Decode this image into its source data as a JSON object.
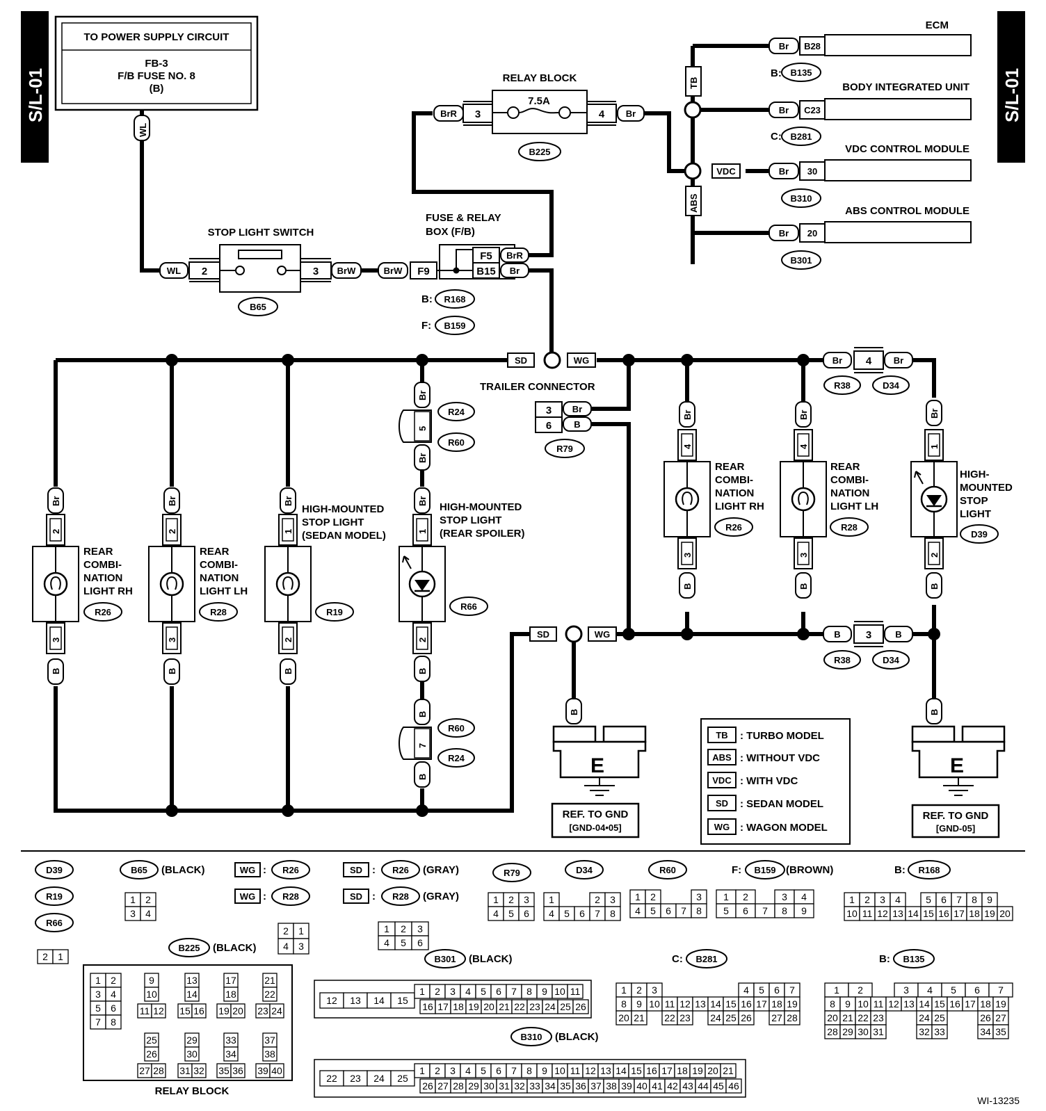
{
  "page_tags": {
    "left": "S/L-01",
    "right": "S/L-01"
  },
  "figure_id": "WI-13235",
  "power_supply": {
    "title": "TO POWER SUPPLY CIRCUIT",
    "line1": "FB-3",
    "line2": "F/B FUSE NO. 8",
    "line3": "(B)",
    "wire": "WL"
  },
  "stop_light_switch": {
    "title": "STOP LIGHT SWITCH",
    "pin_in": "2",
    "pin_out": "3",
    "wire_in": "WL",
    "wire_out": "BrW",
    "connector": "B65"
  },
  "fuse_relay_box": {
    "title1": "FUSE & RELAY",
    "title2": "BOX (F/B)",
    "wire_in": "BrW",
    "pin_in": "F9",
    "pin_f5": "F5",
    "wire_f5": "BrR",
    "pin_b15": "B15",
    "wire_b15": "Br",
    "conn_b_prefix": "B:",
    "conn_b": "R168",
    "conn_f_prefix": "F:",
    "conn_f": "B159"
  },
  "relay_block": {
    "title": "RELAY BLOCK",
    "fuse": "7.5A",
    "pin_left": "3",
    "wire_left": "BrR",
    "pin_right": "4",
    "wire_right": "Br",
    "connector": "B225"
  },
  "modules": [
    {
      "name": "ECM",
      "wire": "Br",
      "pin": "B28",
      "conn_prefix": "B:",
      "conn": "B135"
    },
    {
      "name": "BODY INTEGRATED UNIT",
      "wire": "Br",
      "pin": "C23",
      "conn_prefix": "C:",
      "conn": "B281"
    },
    {
      "name": "VDC CONTROL MODULE",
      "wire": "Br",
      "pin": "30",
      "conn": "B310"
    },
    {
      "name": "ABS CONTROL MODULE",
      "wire": "Br",
      "pin": "20",
      "conn": "B301"
    }
  ],
  "branch_tags": {
    "tb": "TB",
    "abs": "ABS",
    "vdc": "VDC",
    "sd": "SD",
    "wg": "WG"
  },
  "trailer_connector": {
    "title": "TRAILER CONNECTOR",
    "pin3": "3",
    "wire3": "Br",
    "pin6": "6",
    "wire6": "B",
    "connector": "R79"
  },
  "lamps": [
    {
      "label": [
        "REAR",
        "COMBI-",
        "NATION",
        "LIGHT RH"
      ],
      "conn": "R26",
      "pin_top": "2",
      "pin_bot": "3",
      "wire_top": "Br",
      "wire_bot": "B"
    },
    {
      "label": [
        "REAR",
        "COMBI-",
        "NATION",
        "LIGHT LH"
      ],
      "conn": "R28",
      "pin_top": "2",
      "pin_bot": "3",
      "wire_top": "Br",
      "wire_bot": "B"
    },
    {
      "label": [
        "HIGH-MOUNTED",
        "STOP LIGHT",
        "(SEDAN MODEL)"
      ],
      "conn": "R19",
      "pin_top": "1",
      "pin_bot": "2",
      "wire_top": "Br",
      "wire_bot": "B"
    },
    {
      "label": [
        "HIGH-MOUNTED",
        "STOP LIGHT",
        "(REAR SPOILER)"
      ],
      "conn": "R66",
      "pin_top": "1",
      "pin_bot": "2",
      "wire_top": "Br",
      "wire_bot": "B"
    },
    {
      "label": [
        "REAR",
        "COMBI-",
        "NATION",
        "LIGHT RH"
      ],
      "conn": "R26",
      "pin_top": "4",
      "pin_bot": "3",
      "wire_top": "Br",
      "wire_bot": "B"
    },
    {
      "label": [
        "REAR",
        "COMBI-",
        "NATION",
        "LIGHT LH"
      ],
      "conn": "R28",
      "pin_top": "4",
      "pin_bot": "3",
      "wire_top": "Br",
      "wire_bot": "B"
    },
    {
      "label": [
        "HIGH-",
        "MOUNTED",
        "STOP",
        "LIGHT"
      ],
      "conn": "D39",
      "pin_top": "1",
      "pin_bot": "2",
      "wire_top": "Br",
      "wire_bot": "B"
    }
  ],
  "joint_spoiler_top": {
    "conn1": "R24",
    "conn2": "R60",
    "pin": "5",
    "wire": "Br"
  },
  "joint_spoiler_bot": {
    "conn1": "R60",
    "conn2": "R24",
    "pin": "7",
    "wire": "B"
  },
  "joint_top": {
    "wire": "Br",
    "pin": "4",
    "conn1": "R38",
    "conn2": "D34"
  },
  "joint_bot": {
    "wire": "B",
    "pin": "3",
    "conn1": "R38",
    "conn2": "D34"
  },
  "grounds": [
    {
      "symbol": "E",
      "ref1": "REF. TO GND",
      "ref2": "[GND-04•05]",
      "wire": "B"
    },
    {
      "symbol": "E",
      "ref1": "REF. TO GND",
      "ref2": "[GND-05]",
      "wire": "B"
    }
  ],
  "legend": [
    {
      "tag": "TB",
      "text": ": TURBO MODEL"
    },
    {
      "tag": "ABS",
      "text": ": WITHOUT VDC"
    },
    {
      "tag": "VDC",
      "text": ": WITH VDC"
    },
    {
      "tag": "SD",
      "text": ": SEDAN MODEL"
    },
    {
      "tag": "WG",
      "text": ": WAGON MODEL"
    }
  ],
  "connector_views": {
    "d39": "D39",
    "r19": "R19",
    "r66": "R66",
    "b65": "B65",
    "b65_color": "(BLACK)",
    "wg": "WG",
    "r26": "R26",
    "r28": "R28",
    "sd": "SD",
    "gray": "(GRAY)",
    "r79": "R79",
    "d34": "D34",
    "r60": "R60",
    "f_prefix": "F:",
    "b159": "B159",
    "b159_color": "(BROWN)",
    "b_prefix": "B:",
    "r168": "R168",
    "b225": "B225",
    "b225_color": "(BLACK)",
    "relay_block": "RELAY BLOCK",
    "b301": "B301",
    "b301_color": "(BLACK)",
    "c_prefix": "C:",
    "b281": "B281",
    "b135": "B135",
    "b310": "B310",
    "b310_color": "(BLACK)"
  }
}
